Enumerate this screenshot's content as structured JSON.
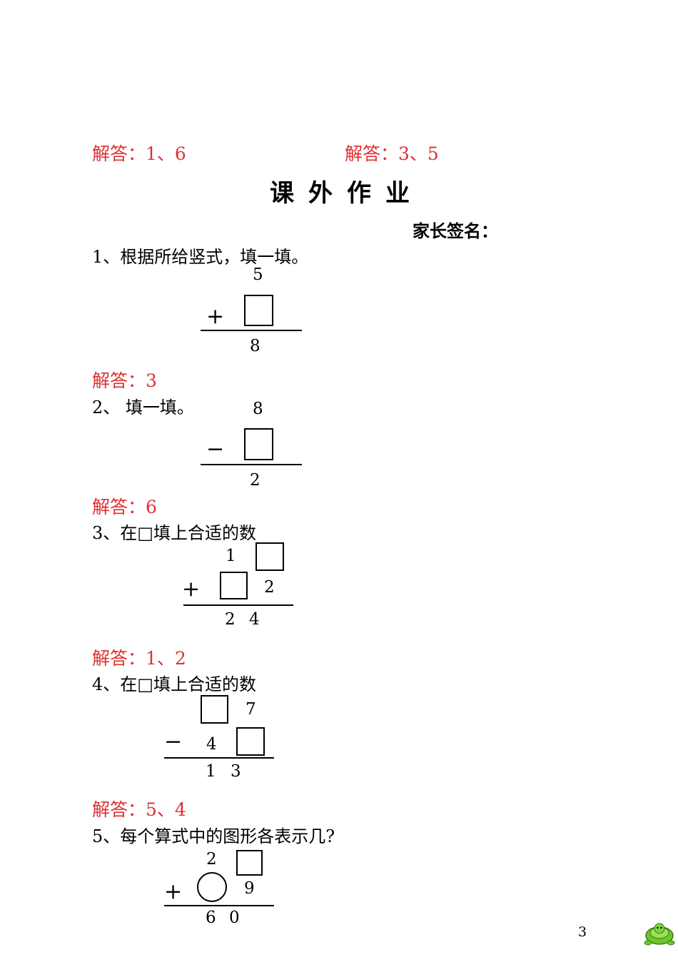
{
  "answers_top": {
    "left": "解答：1、6",
    "right": "解答：3、5"
  },
  "title": "课外作业",
  "parent_sign": "家长签名：",
  "q1": {
    "text": "1、根据所给竖式，填一填。",
    "top": "5",
    "op": "+",
    "result": "8",
    "answer": "解答：3"
  },
  "q2": {
    "text": "2、 填一填。",
    "top": "8",
    "op": "−",
    "result": "2",
    "answer": "解答：6"
  },
  "q3": {
    "text": "3、在□填上合适的数",
    "top_tens": "1",
    "op": "+",
    "bottom_ones": "2",
    "result_tens": "2",
    "result_ones": "4",
    "answer": "解答：1、2"
  },
  "q4": {
    "text": "4、在□填上合适的数",
    "top_ones": "7",
    "op": "−",
    "bottom_tens": "4",
    "result_tens": "1",
    "result_ones": "3",
    "answer": "解答：5、4"
  },
  "q5": {
    "text": "5、每个算式中的图形各表示几?",
    "top_tens": "2",
    "op": "+",
    "bottom_ones": "9",
    "result_tens": "6",
    "result_ones": "0"
  },
  "page_number": "3",
  "colors": {
    "answer": "#e03030",
    "logo": "#6cc72e"
  },
  "logo_icon": "turtle-icon"
}
